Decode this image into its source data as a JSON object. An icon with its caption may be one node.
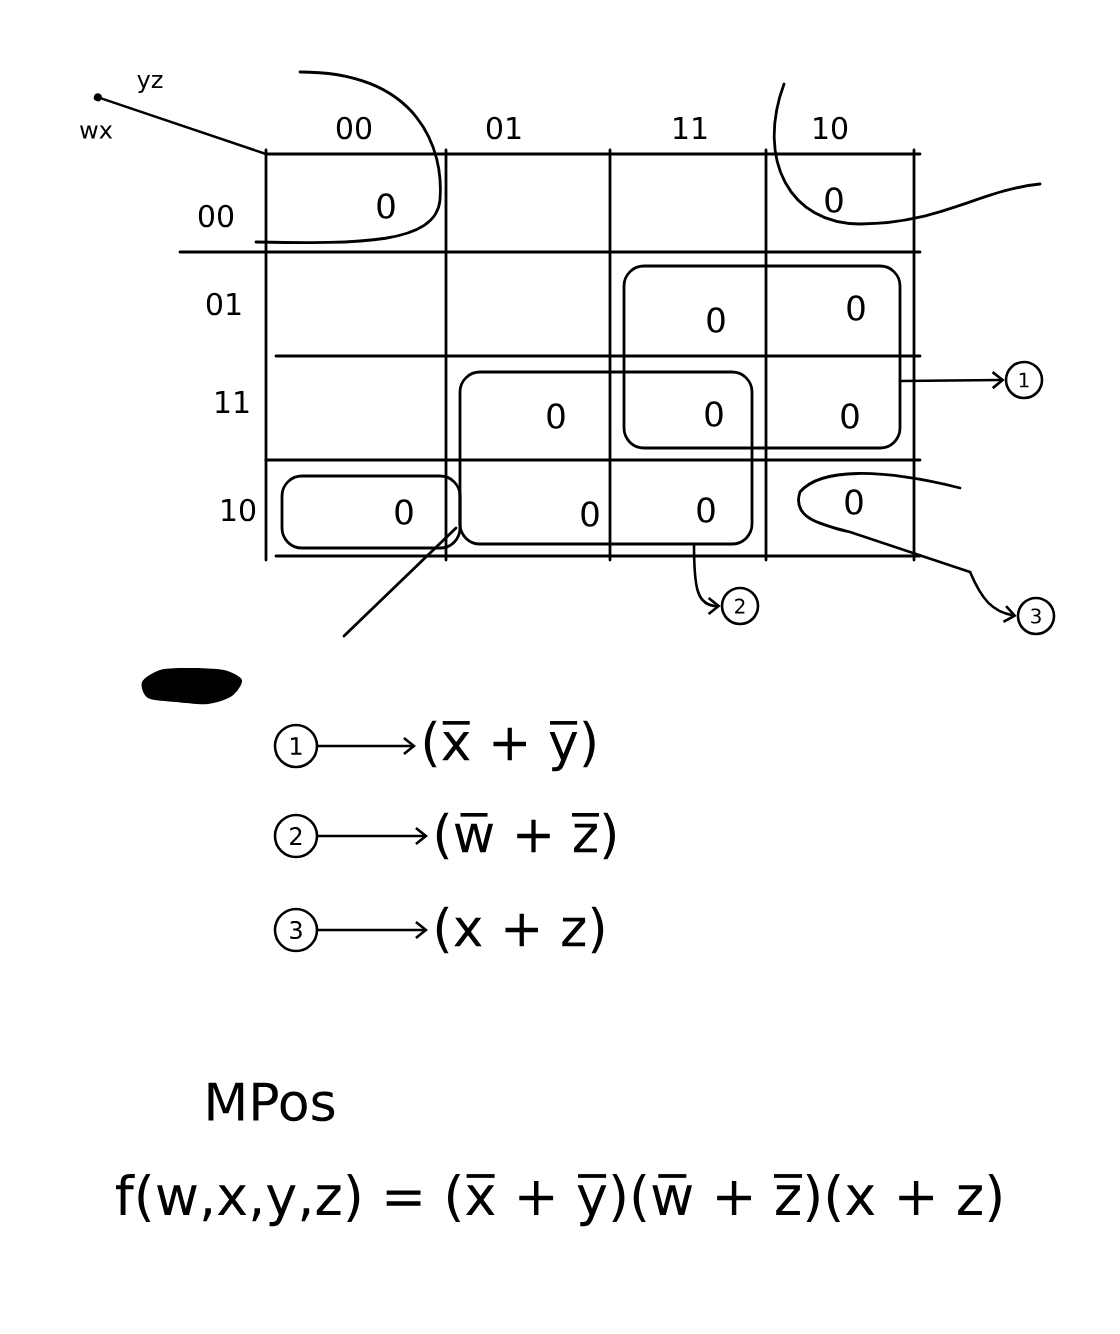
{
  "diagram": {
    "nodes": [
      {
        "text": [],
        "shape": "loop"
      },
      {
        "text": [],
        "shape": "loop"
      },
      {
        "text": [],
        "shape": "loop"
      },
      {
        "text": [
          "1"
        ]
      },
      {
        "text": [],
        "shape": "loop"
      },
      {
        "text": [],
        "shape": "loop"
      },
      {
        "text": [],
        "shape": "loop"
      },
      {
        "text": [
          "2"
        ]
      },
      {
        "text": [
          "3"
        ]
      },
      {
        "text": [
          "1"
        ]
      },
      {
        "text": [
          "(x̅ + y̅)"
        ]
      },
      {
        "text": [
          "2"
        ]
      },
      {
        "text": [
          "(w̅ + z̅)"
        ]
      },
      {
        "text": [
          "3"
        ]
      },
      {
        "text": [
          "(x + z)"
        ]
      }
    ],
    "edges": [
      {
        "from": 2,
        "to": 3,
        "arrow": "to"
      },
      {
        "from": 4,
        "to": 7,
        "arrow": "to"
      },
      {
        "from": 6,
        "to": 8,
        "arrow": "to"
      },
      {
        "from": 9,
        "to": 10,
        "arrow": "to"
      },
      {
        "from": 11,
        "to": 12,
        "arrow": "to"
      },
      {
        "from": 13,
        "to": 14,
        "arrow": "to"
      }
    ],
    "labels": [
      "yz",
      "wx",
      "00",
      "01",
      "11",
      "10",
      "00",
      "0",
      "0",
      "01",
      "0",
      "0",
      "11",
      "0",
      "0",
      "0",
      "10",
      "0",
      "0",
      "0",
      "0",
      "MPos",
      "f(w,x,y,z) = (x̅ + y̅)(w̅ + z̅)(x + z)"
    ]
  }
}
